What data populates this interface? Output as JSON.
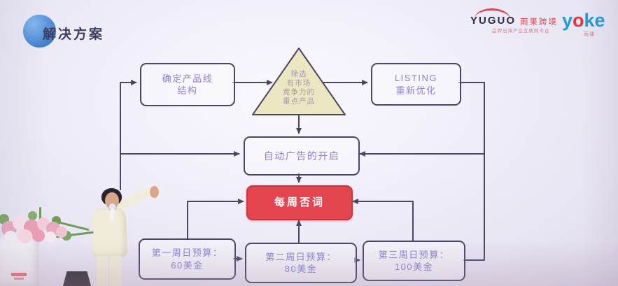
{
  "slide": {
    "title": "解决方案"
  },
  "branding": {
    "yuguo": {
      "wordmark": "YUGUO",
      "cn_name": "雨果跨境",
      "tagline": "品牌出海产业互联网平台"
    },
    "yoke": {
      "part_y": "y",
      "part_o": "o",
      "part_ke": "ke",
      "cn_name": "雨课"
    }
  },
  "flowchart": {
    "product_line": {
      "line1": "确定产品线",
      "line2": "结构"
    },
    "screening_triangle": {
      "line1": "筛选",
      "line2": "有市场",
      "line3": "竞争力的",
      "line4": "重点产品"
    },
    "listing": {
      "line1": "LISTING",
      "line2": "重新优化"
    },
    "auto_ads": {
      "label": "自动广告的开启"
    },
    "weekly_negative": {
      "label": "每周否词"
    },
    "week1_budget": {
      "line1": "第一周日预算：",
      "line2": "60美金"
    },
    "week2_budget": {
      "line1": "第二周日预算：",
      "line2": "80美金"
    },
    "week3_budget": {
      "line1": "第三周日预算：",
      "line2": "100美金"
    },
    "edges": [
      {
        "from": "left-rail",
        "to": "product_line"
      },
      {
        "from": "left-rail",
        "to": "auto_ads"
      },
      {
        "from": "product_line",
        "to": "screening_triangle"
      },
      {
        "from": "screening_triangle",
        "to": "listing"
      },
      {
        "from": "screening_triangle",
        "to": "auto_ads"
      },
      {
        "from": "listing",
        "to": "right-rail"
      },
      {
        "from": "right-rail",
        "to": "auto_ads"
      },
      {
        "from": "auto_ads",
        "to": "weekly_negative"
      },
      {
        "from": "week1_budget",
        "to": "weekly_negative"
      },
      {
        "from": "week2_budget",
        "to": "weekly_negative"
      },
      {
        "from": "week3_budget",
        "to": "weekly_negative"
      },
      {
        "from": "week1_budget",
        "to": "week2_budget"
      },
      {
        "from": "week2_budget",
        "to": "week3_budget"
      },
      {
        "from": "week3_budget",
        "to": "right-rail"
      }
    ],
    "colors": {
      "connector": "#4b4668",
      "node_text": "#8a82d4",
      "triangle_fill": "#ece7c1",
      "highlight_fill": "#e4454e",
      "highlight_text": "#ffffff",
      "title": "#3d3d5d",
      "brand_blue": "#1f9bd8",
      "brand_red": "#dd4750"
    }
  }
}
